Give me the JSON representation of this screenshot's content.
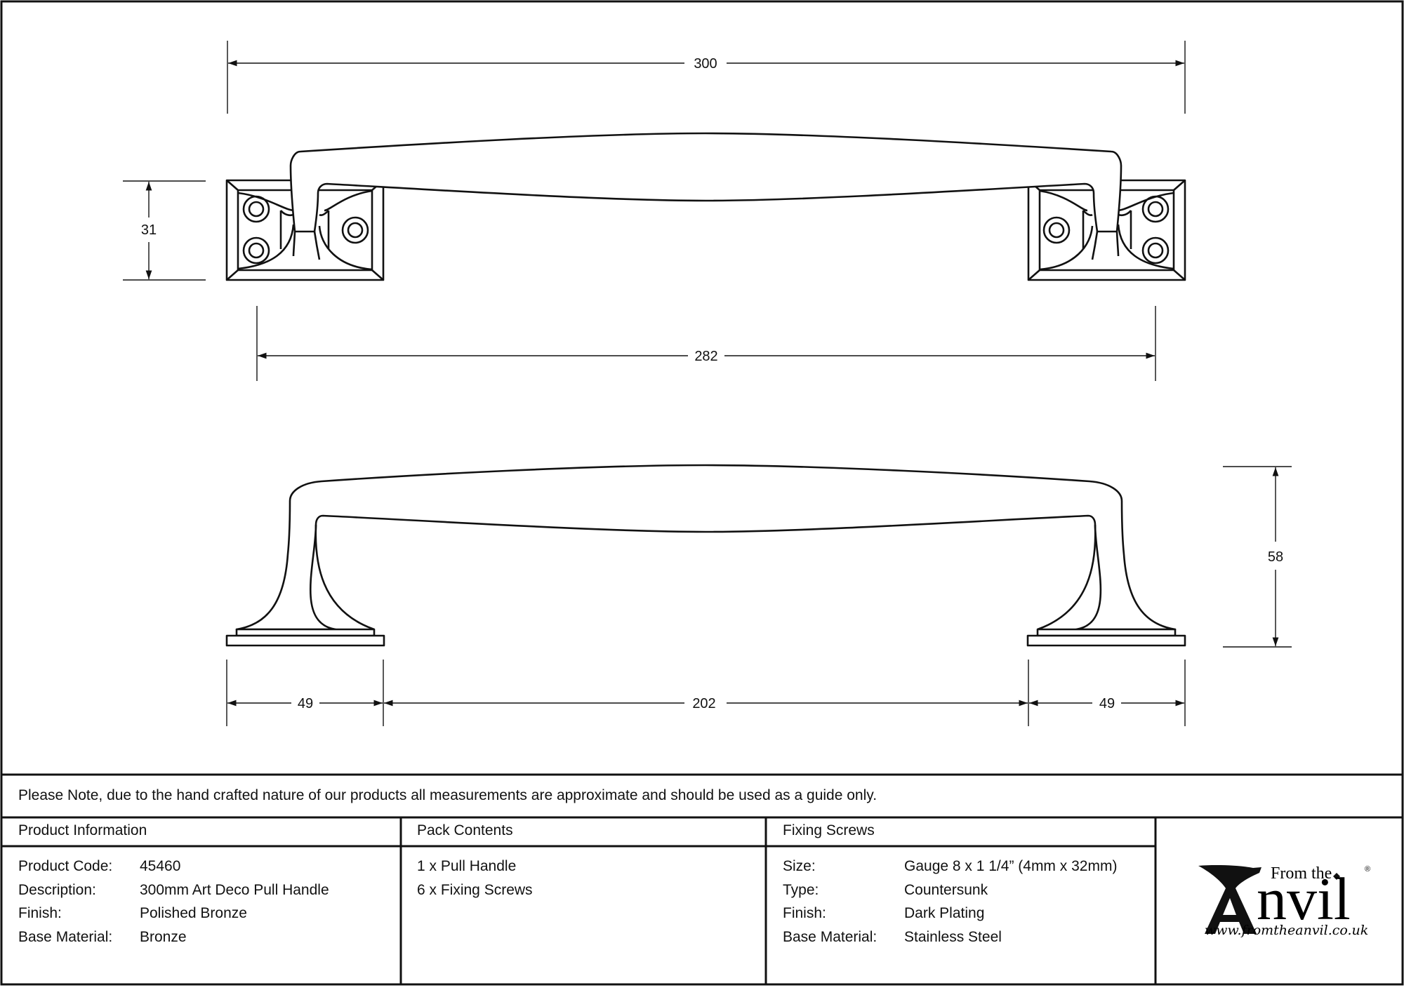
{
  "drawing": {
    "title": "300mm Art Deco Pull Handle technical drawing",
    "views": [
      "top-view",
      "side-view"
    ],
    "dimensions": {
      "overall_length": "300",
      "plate_height": "31",
      "fixing_centres": "282",
      "projection": "58",
      "left_plate_width": "49",
      "grip_length": "202",
      "right_plate_width": "49"
    },
    "units": "mm",
    "line_color": "#111111",
    "background": "#ffffff"
  },
  "note": {
    "text": "Please Note, due to the hand crafted nature of our products all measurements are approximate and should be used as a guide only."
  },
  "product_information": {
    "heading": "Product Information",
    "rows": [
      {
        "label": "Product Code:",
        "value": "45460"
      },
      {
        "label": "Description:",
        "value": "300mm Art Deco Pull Handle"
      },
      {
        "label": "Finish:",
        "value": "Polished Bronze"
      },
      {
        "label": "Base Material:",
        "value": "Bronze"
      }
    ]
  },
  "pack_contents": {
    "heading": "Pack Contents",
    "items": [
      "1 x Pull Handle",
      "6 x Fixing Screws"
    ]
  },
  "fixing_screws": {
    "heading": "Fixing Screws",
    "rows": [
      {
        "label": "Size:",
        "value": "Gauge 8 x 1 1/4” (4mm x 32mm)"
      },
      {
        "label": "Type:",
        "value": "Countersunk"
      },
      {
        "label": "Finish:",
        "value": "Dark Plating"
      },
      {
        "label": "Base Material:",
        "value": "Stainless Steel"
      }
    ]
  },
  "logo": {
    "from_the": "From the",
    "brand": "nvil",
    "brand_initial": "A",
    "registered": "®",
    "url": "www.fromtheanvil.co.uk"
  }
}
